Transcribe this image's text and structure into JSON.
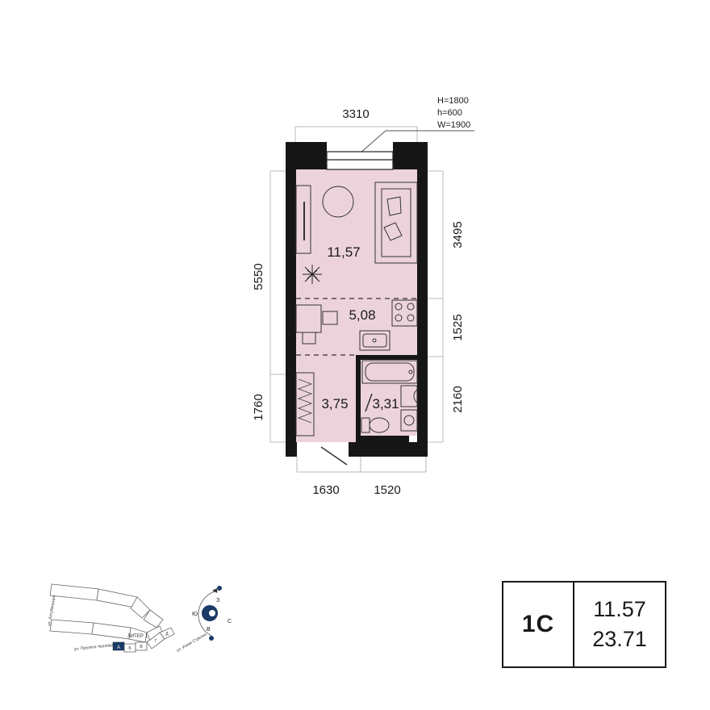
{
  "plan": {
    "dimensions": {
      "top_width": "3310",
      "left_total": "5550",
      "left_bottom": "1760",
      "right_top": "3495",
      "right_middle": "1525",
      "right_bottom": "2160",
      "bottom_left": "1630",
      "bottom_right": "1520"
    },
    "window_spec": [
      "H=1800",
      "h=600",
      "W=1900"
    ],
    "rooms": {
      "living": "11,57",
      "kitchen": "5,08",
      "hall": "3,75",
      "bathroom": "3,31"
    },
    "colors": {
      "room_fill": "#ecd3db",
      "wall": "#161616",
      "line": "#3a3a3a"
    }
  },
  "site_map": {
    "street_1": "ул. Ахтубинская",
    "street_2": "ул. Пролёта Чкалова",
    "street_3": "ул. Изюм Стрелка",
    "building_label": "ЛИТЕР 1",
    "sections": [
      "А",
      "Б",
      "В",
      "Г",
      "Д"
    ],
    "compass": {
      "north": "З",
      "east": "С",
      "south": "В",
      "west": "Ю"
    },
    "accent_color": "#1b3a66"
  },
  "info": {
    "apartment_type": "1С",
    "living_area": "11.57",
    "total_area": "23.71"
  }
}
